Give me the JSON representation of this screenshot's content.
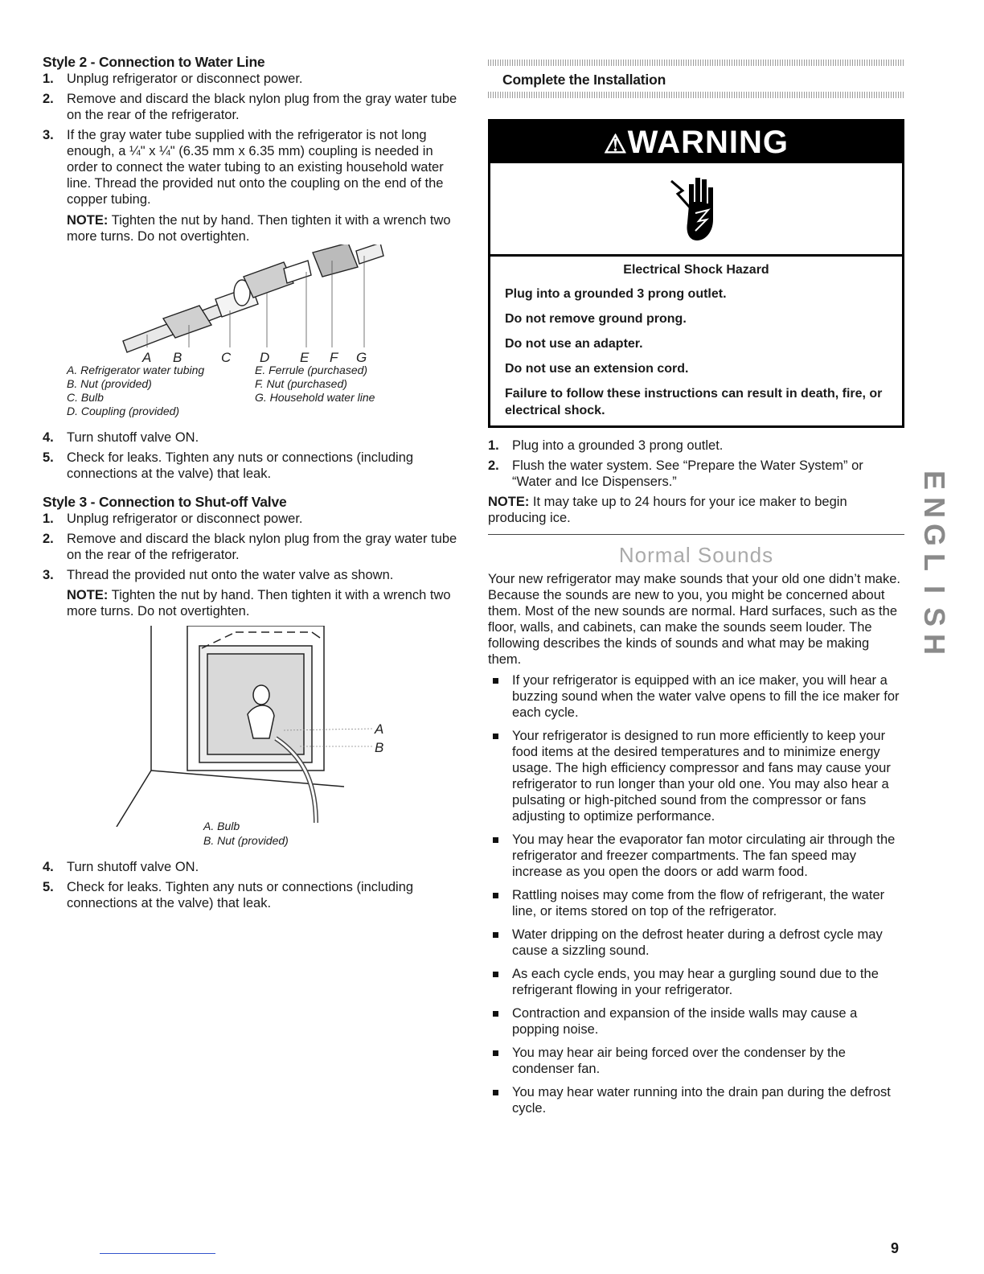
{
  "left": {
    "style2": {
      "heading": "Style 2 - Connection to Water Line",
      "steps": [
        {
          "num": "1.",
          "text": "Unplug refrigerator or disconnect power."
        },
        {
          "num": "2.",
          "text": "Remove and discard the black nylon plug from the gray water tube on the rear of the refrigerator."
        },
        {
          "num": "3.",
          "text": "If the gray water tube supplied with the refrigerator is not long enough, a ¼\" x ¼\" (6.35 mm x 6.35 mm) coupling is needed in order to connect the water tubing to an existing household water line. Thread the provided nut onto the coupling on the end of the copper tubing."
        }
      ],
      "note_label": "NOTE:",
      "note_text": " Tighten the nut by hand. Then tighten it with a wrench two more turns. Do not overtighten.",
      "fig_letters": [
        "A",
        "B",
        "C",
        "D",
        "E",
        "F",
        "G"
      ],
      "legend": [
        "A. Refrigerator water tubing",
        "E. Ferrule (purchased)",
        "B. Nut (provided)",
        "F. Nut (purchased)",
        "C. Bulb",
        "G. Household water line",
        "D. Coupling (provided)",
        ""
      ],
      "steps_after": [
        {
          "num": "4.",
          "text": "Turn shutoff valve ON."
        },
        {
          "num": "5.",
          "text": "Check for leaks. Tighten any nuts or connections (including connections at the valve) that leak."
        }
      ]
    },
    "style3": {
      "heading": "Style 3 - Connection to Shut-off Valve",
      "steps": [
        {
          "num": "1.",
          "text": "Unplug refrigerator or disconnect power."
        },
        {
          "num": "2.",
          "text": "Remove and discard the black nylon plug from the gray water tube on the rear of the refrigerator."
        },
        {
          "num": "3.",
          "text": "Thread the provided nut onto the water valve as shown."
        }
      ],
      "note_label": "NOTE:",
      "note_text": " Tighten the nut by hand. Then tighten it with a wrench two more turns. Do not overtighten.",
      "fig_letters": [
        "A",
        "B"
      ],
      "captions": [
        "A. Bulb",
        "B. Nut (provided)"
      ],
      "steps_after": [
        {
          "num": "4.",
          "text": "Turn shutoff valve ON."
        },
        {
          "num": "5.",
          "text": "Check for leaks. Tighten any nuts or connections (including connections at the valve) that leak."
        }
      ]
    }
  },
  "right": {
    "complete_heading": "Complete the Installation",
    "warning": {
      "title": "WARNING",
      "icon": "electrical-shock-hand-icon",
      "subtitle": "Electrical Shock Hazard",
      "lines": [
        "Plug into a grounded 3 prong outlet.",
        "Do not remove ground prong.",
        "Do not use an adapter.",
        "Do not use an extension cord.",
        "Failure to follow these instructions can result in death, fire, or electrical shock."
      ]
    },
    "steps": [
      {
        "num": "1.",
        "text": "Plug into a grounded 3 prong outlet."
      },
      {
        "num": "2.",
        "text": "Flush the water system. See “Prepare the Water System” or “Water and Ice Dispensers.”"
      }
    ],
    "note_label": "NOTE:",
    "note_text": " It may take up to 24 hours for your ice maker to begin producing ice.",
    "sounds_heading": "Normal Sounds",
    "sounds_intro": "Your new refrigerator may make sounds that your old one didn’t make. Because the sounds are new to you, you might be concerned about them. Most of the new sounds are normal. Hard surfaces, such as the floor, walls, and cabinets, can make the sounds seem louder. The following describes the kinds of sounds and what may be making them.",
    "bullets": [
      "If your refrigerator is equipped with an ice maker, you will hear a buzzing sound when the water valve opens to fill the ice maker for each cycle.",
      "Your refrigerator is designed to run more efficiently to keep your food items at the desired temperatures and to minimize energy usage. The high efficiency compressor and fans may cause your refrigerator to run longer than your old one. You may also hear a pulsating or high-pitched sound from the compressor or fans adjusting to optimize performance.",
      "You may hear the evaporator fan motor circulating air through the refrigerator and freezer compartments. The fan speed may increase as you open the doors or add warm food.",
      "Rattling noises may come from the flow of refrigerant, the water line, or items stored on top of the refrigerator.",
      "Water dripping on the defrost heater during a defrost cycle may cause a sizzling sound.",
      "As each cycle ends, you may hear a gurgling sound due to the refrigerant flowing in your refrigerator.",
      "Contraction and expansion of the inside walls may cause a popping noise.",
      "You may hear air being forced over the condenser by the condenser fan.",
      "You may hear water running into the drain pan during the defrost cycle."
    ]
  },
  "side_tab": [
    "E",
    "N",
    "G",
    "L",
    "I",
    "S",
    "H"
  ],
  "page_number": "9"
}
